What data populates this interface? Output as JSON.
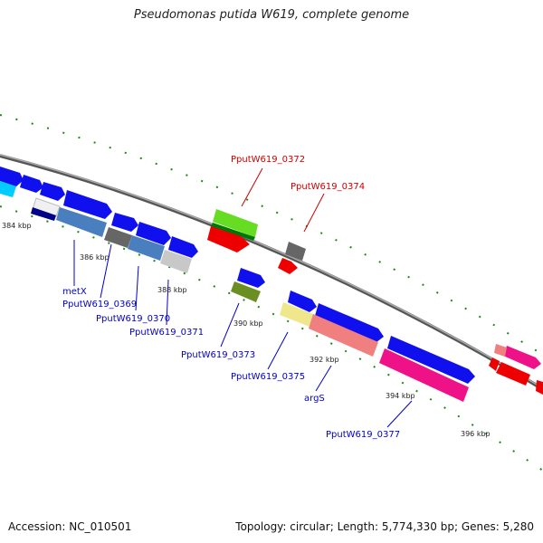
{
  "title": "Pseudomonas putida W619, complete genome",
  "footer": {
    "accession_label": "Accession:",
    "accession": "NC_010501",
    "topology_label": "Topology:",
    "topology": "circular;",
    "length_label": "Length:",
    "length": "5,774,330 bp;",
    "genes_label": "Genes:",
    "genes": "5,280"
  },
  "ticks": [
    "384 kbp",
    "386 kbp",
    "388 kbp",
    "390 kbp",
    "392 kbp",
    "394 kbp",
    "396 kbp"
  ],
  "genes": [
    {
      "id": "metX",
      "color": "#0000cc"
    },
    {
      "id": "PputW619_0369",
      "color": "#0000cc"
    },
    {
      "id": "PputW619_0370",
      "color": "#0000cc"
    },
    {
      "id": "PputW619_0371",
      "color": "#0000cc"
    },
    {
      "id": "PputW619_0372",
      "color": "#cc0000"
    },
    {
      "id": "PputW619_0373",
      "color": "#0000cc"
    },
    {
      "id": "PputW619_0374",
      "color": "#cc0000"
    },
    {
      "id": "PputW619_0375",
      "color": "#0000cc"
    },
    {
      "id": "argS",
      "color": "#0000cc"
    },
    {
      "id": "PputW619_0377",
      "color": "#0000cc"
    }
  ]
}
